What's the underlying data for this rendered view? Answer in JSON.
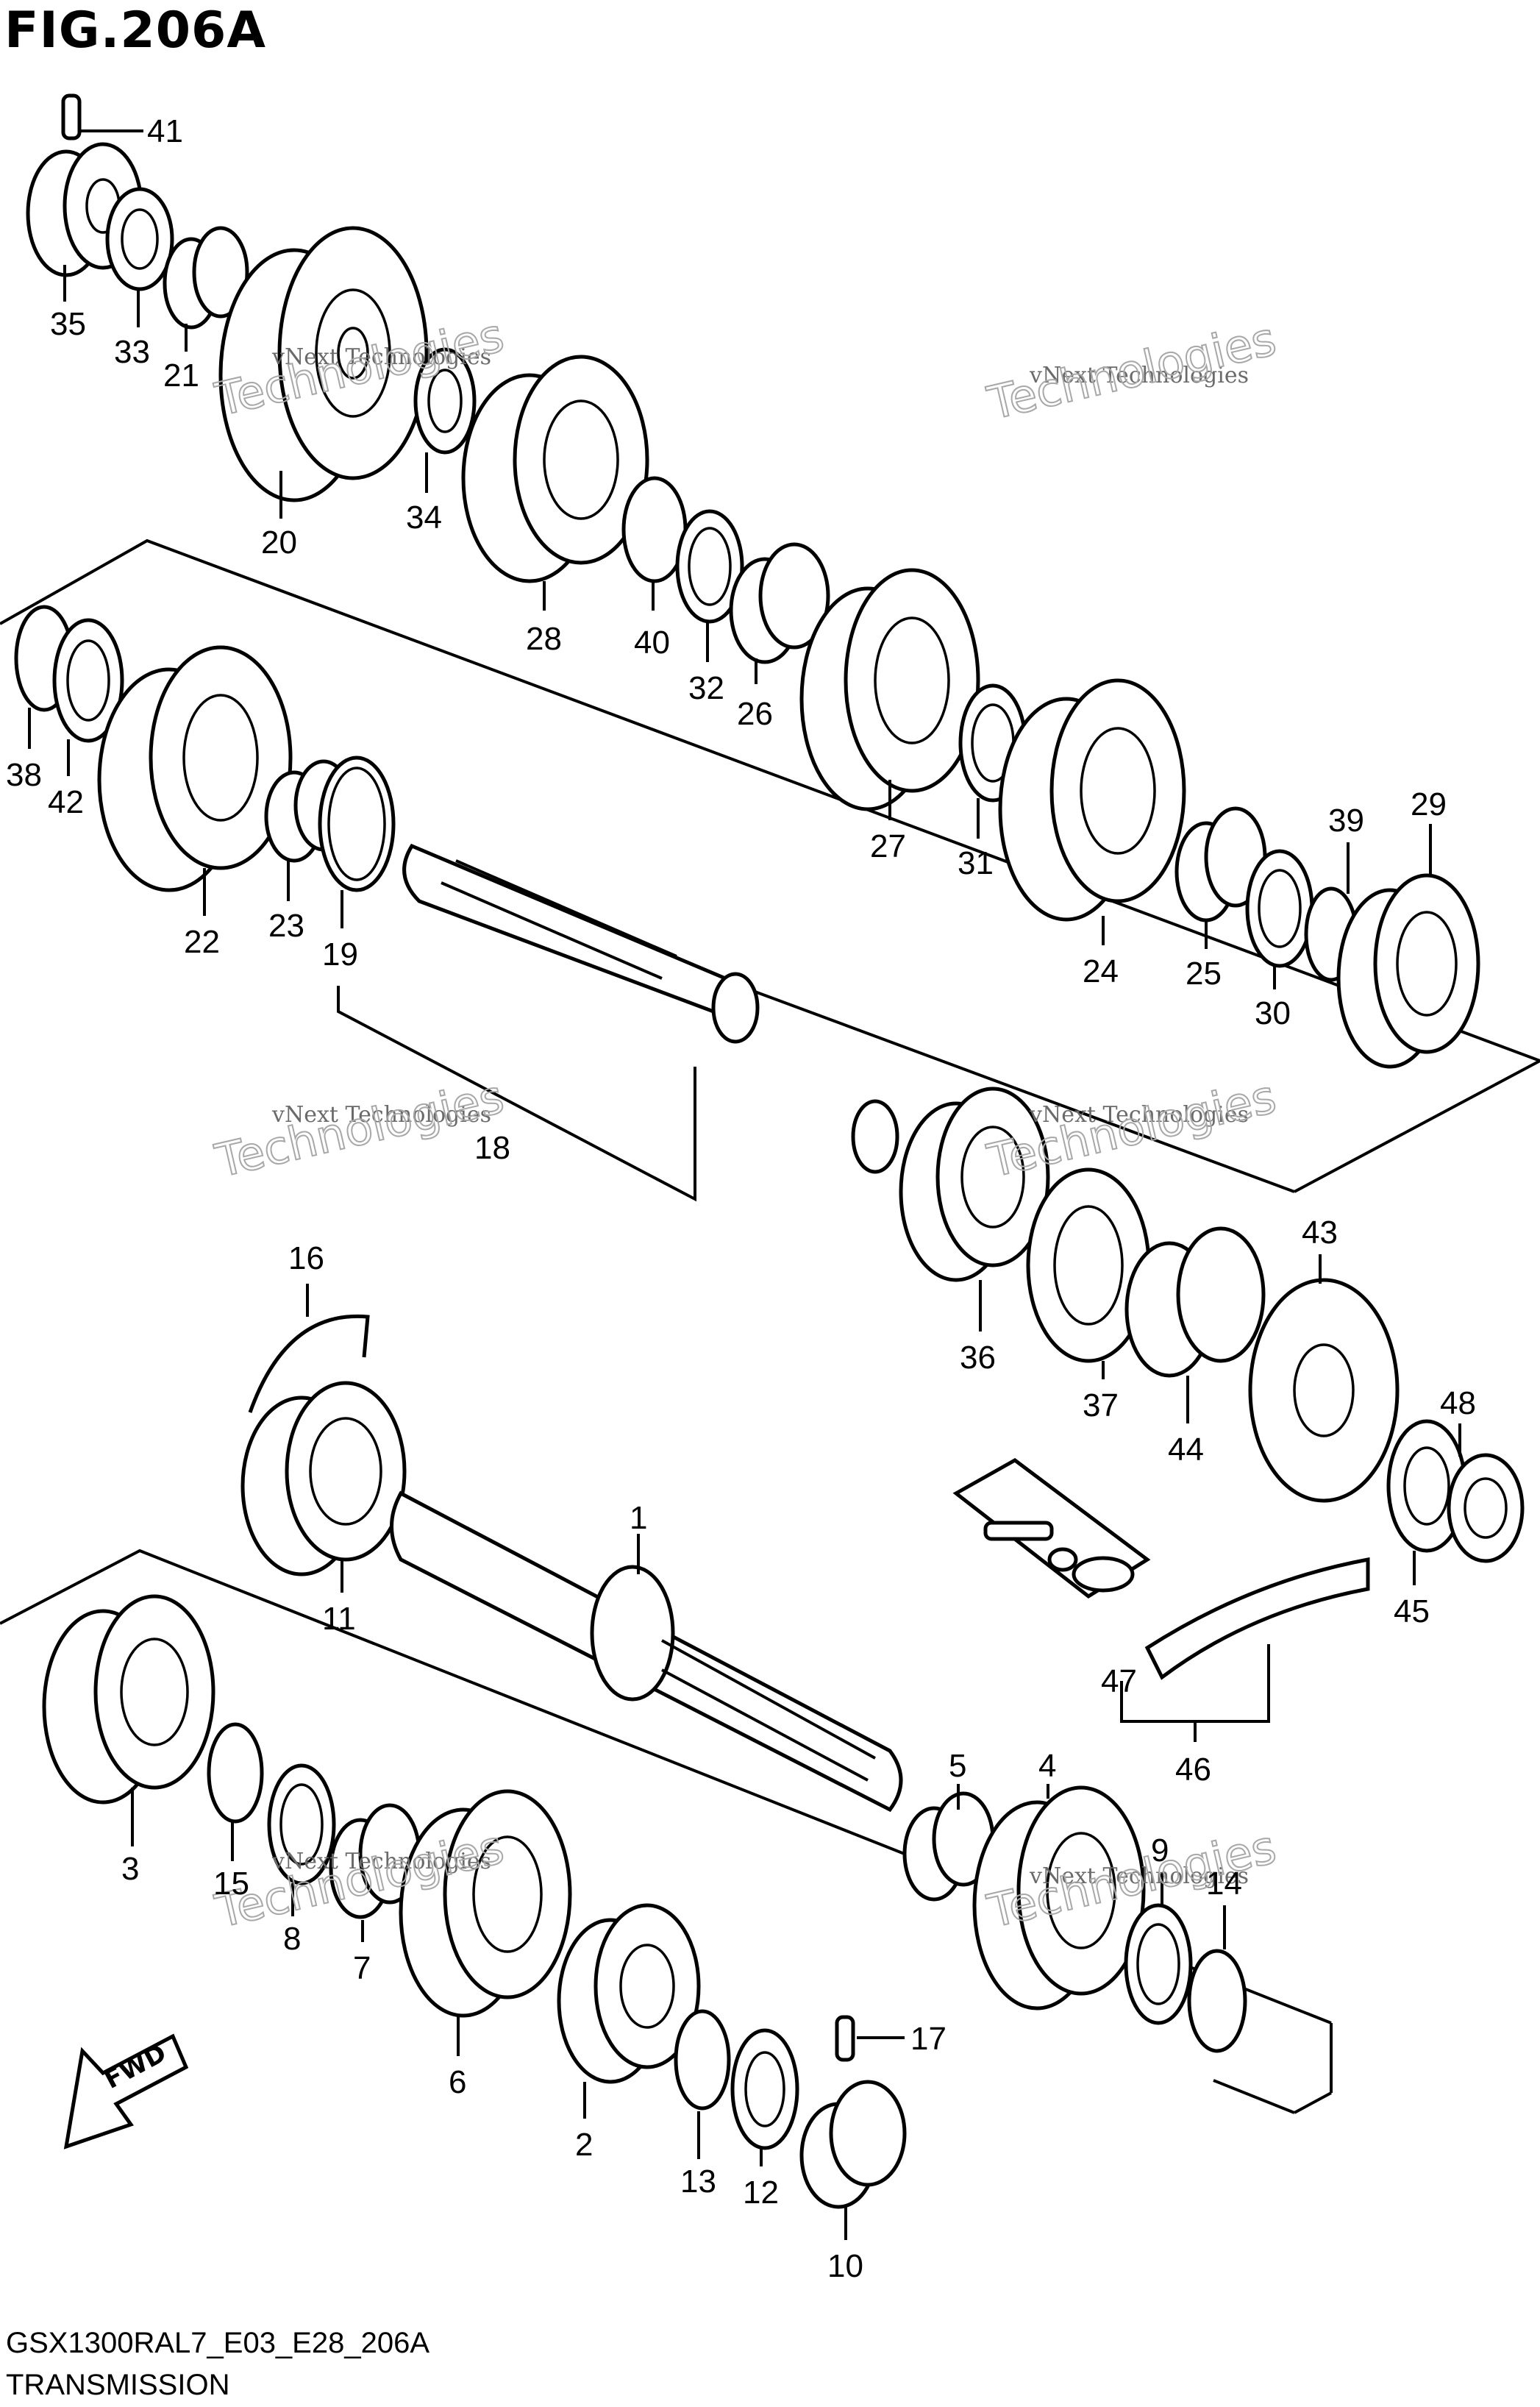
{
  "header": {
    "figure_title": "FIG.206A"
  },
  "footer": {
    "diagram_code": "GSX1300RAL7_E03_E28_206A",
    "section_name": "TRANSMISSION"
  },
  "fwd_arrow": {
    "label": "FWD",
    "icon": "fwd-arrow-icon"
  },
  "watermark": {
    "line1": "vNext Technologies",
    "line2_a": "vNext",
    "line2_b": "Technologies"
  },
  "part_labels": {
    "p1": "1",
    "p2": "2",
    "p3": "3",
    "p4": "4",
    "p5": "5",
    "p6": "6",
    "p7": "7",
    "p8": "8",
    "p9": "9",
    "p10": "10",
    "p11": "11",
    "p12": "12",
    "p13": "13",
    "p14": "14",
    "p15": "15",
    "p16": "16",
    "p17": "17",
    "p18": "18",
    "p19": "19",
    "p20": "20",
    "p21": "21",
    "p22": "22",
    "p23": "23",
    "p24": "24",
    "p25": "25",
    "p26": "26",
    "p27": "27",
    "p28": "28",
    "p29": "29",
    "p30": "30",
    "p31": "31",
    "p32": "32",
    "p33": "33",
    "p34": "34",
    "p35": "35",
    "p36": "36",
    "p37": "37",
    "p38": "38",
    "p39": "39",
    "p40": "40",
    "p41": "41",
    "p42": "42",
    "p43": "43",
    "p44": "44",
    "p45": "45",
    "p46": "46",
    "p47": "47",
    "p48": "48"
  }
}
